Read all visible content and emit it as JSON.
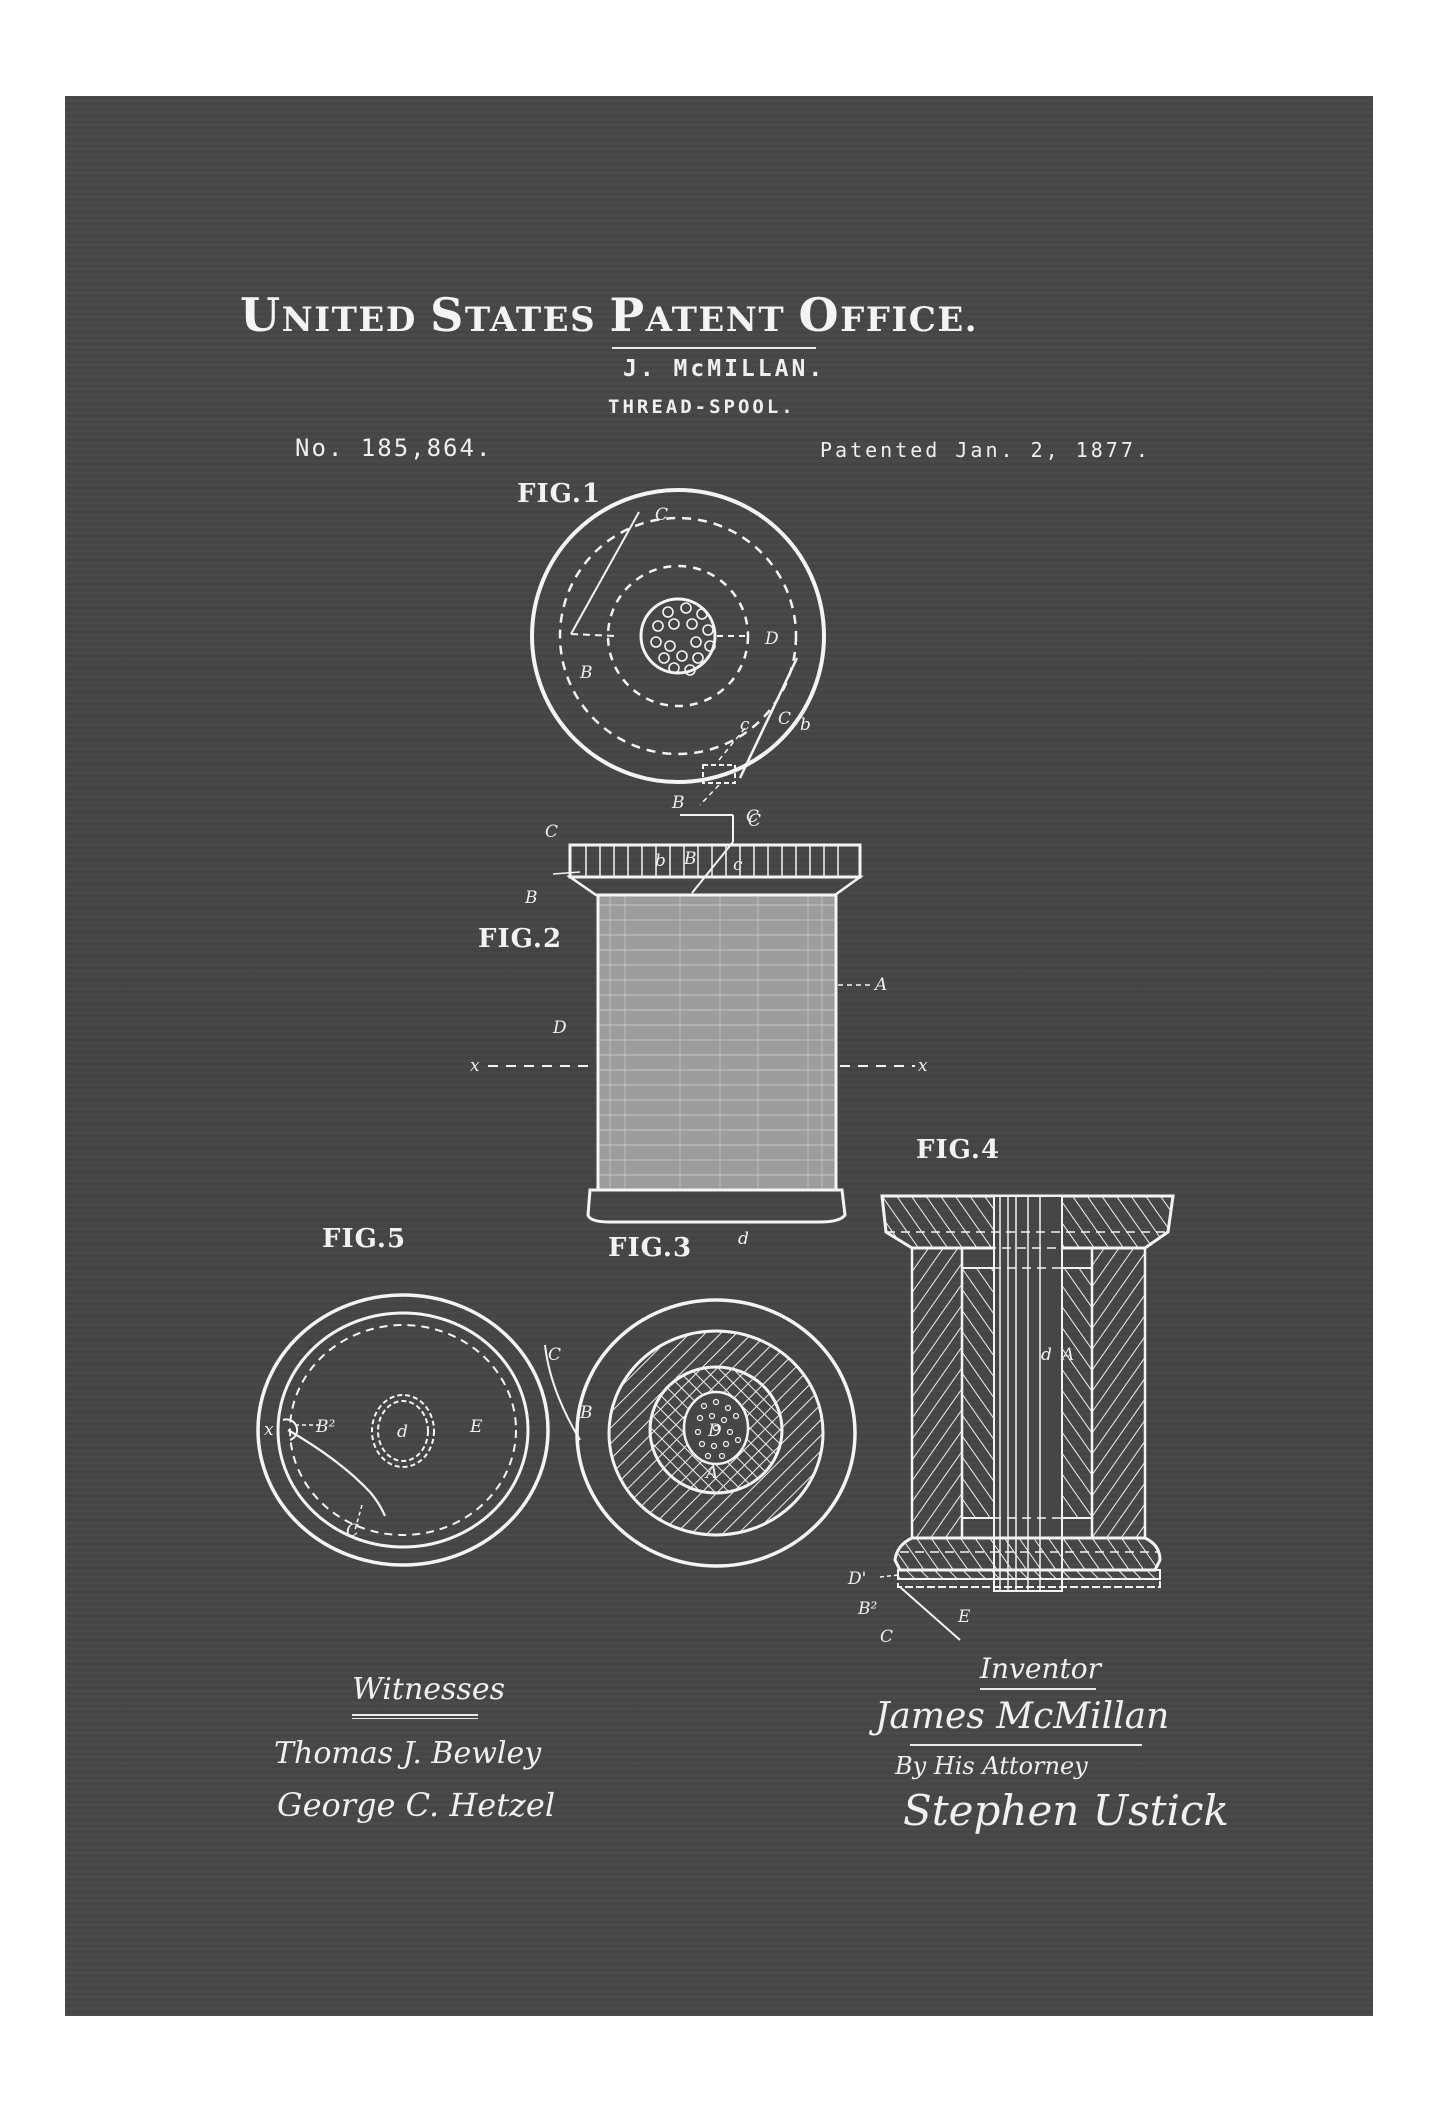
{
  "header": {
    "office_title_parts": [
      {
        "cap": "U",
        "rest": "NITED"
      },
      {
        "cap": "S",
        "rest": "TATES"
      },
      {
        "cap": "P",
        "rest": "ATENT"
      },
      {
        "cap": "O",
        "rest": "FFICE."
      }
    ],
    "office_title": "UNITED STATES PATENT OFFICE.",
    "inventor_name": "J. McMILLAN.",
    "invention_title": "THREAD-SPOOL.",
    "patent_number": "No. 185,864.",
    "patent_date": "Patented Jan. 2, 1877."
  },
  "figures": [
    {
      "id": "fig1",
      "label": "FIG.1",
      "annotations": [
        "C",
        "B",
        "D",
        "c",
        "C",
        "b",
        "B",
        "C"
      ]
    },
    {
      "id": "fig2",
      "label": "FIG.2",
      "annotations": [
        "C",
        "B",
        "b",
        "B",
        "c",
        "A",
        "D",
        "x",
        "x",
        "d"
      ]
    },
    {
      "id": "fig3",
      "label": "FIG.3",
      "annotations": [
        "B",
        "D",
        "A"
      ]
    },
    {
      "id": "fig4",
      "label": "FIG.4",
      "annotations": [
        "d",
        "A",
        "D'",
        "B²",
        "E",
        "C"
      ]
    },
    {
      "id": "fig5",
      "label": "FIG.5",
      "annotations": [
        "x",
        "B²",
        "d",
        "E",
        "C",
        "C"
      ]
    }
  ],
  "signatures": {
    "witnesses_heading": "Witnesses",
    "witnesses": [
      "Thomas J. Bewley",
      "George C. Hetzel"
    ],
    "inventor_heading": "Inventor",
    "inventor_signature": "James McMillan",
    "attorney_line": "By His Attorney",
    "attorney_signature": "Stephen Ustick"
  },
  "colors": {
    "board": "#464646",
    "ink": "#f4f4f4",
    "frame": "#ffffff"
  }
}
